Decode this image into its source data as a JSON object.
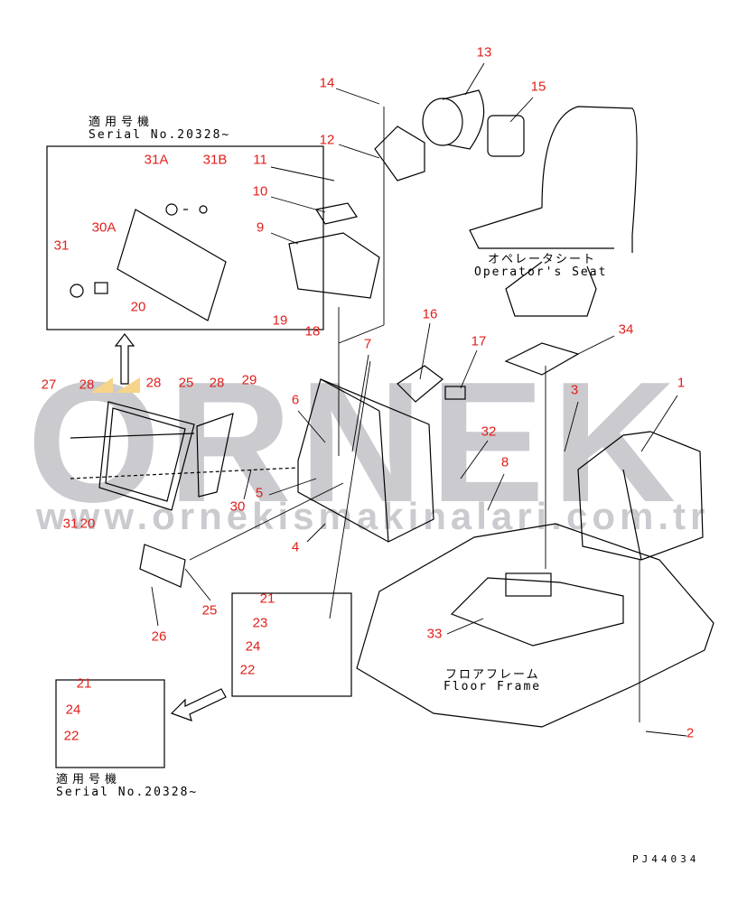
{
  "callouts": {
    "c13": "13",
    "c14": "14",
    "c15": "15",
    "c12": "12",
    "c11": "11",
    "c10": "10",
    "c9": "9",
    "c31a": "31A",
    "c31b": "31B",
    "c30a": "30A",
    "c31_top": "31",
    "c20_top": "20",
    "c19": "19",
    "c18": "18",
    "c16": "16",
    "c17": "17",
    "c7": "7",
    "c34": "34",
    "c3": "3",
    "c1": "1",
    "c27": "27",
    "c28_a": "28",
    "c28_b": "28",
    "c25_a": "25",
    "c28_c": "28",
    "c29": "29",
    "c6": "6",
    "c32": "32",
    "c8": "8",
    "c5": "5",
    "c30": "30",
    "c31_bot": "31",
    "c20_bot": "20",
    "c4": "4",
    "c21_a": "21",
    "c23": "23",
    "c24_a": "24",
    "c22_a": "22",
    "c25_b": "25",
    "c26": "26",
    "c33": "33",
    "c21_b": "21",
    "c24_b": "24",
    "c22_b": "22",
    "c2": "2"
  },
  "labels": {
    "applicable_top": "適用号機",
    "serial_top": "Serial No.20328~",
    "applicable_bottom": "適用号機",
    "serial_bottom": "Serial No.20328~",
    "seat_jp": "オペレータシート",
    "seat_en": "Operator's Seat",
    "floor_jp": "フロアフレーム",
    "floor_en": "Floor Frame",
    "drawing_code": "PJ44034"
  },
  "watermark": {
    "logo": "ORNEK",
    "url": "www.ornekismakinalari.com.tr"
  },
  "colors": {
    "callout": "#e0201c",
    "line": "#000000",
    "watermark": "#b9b9c0",
    "accent": "#f6d48a"
  }
}
